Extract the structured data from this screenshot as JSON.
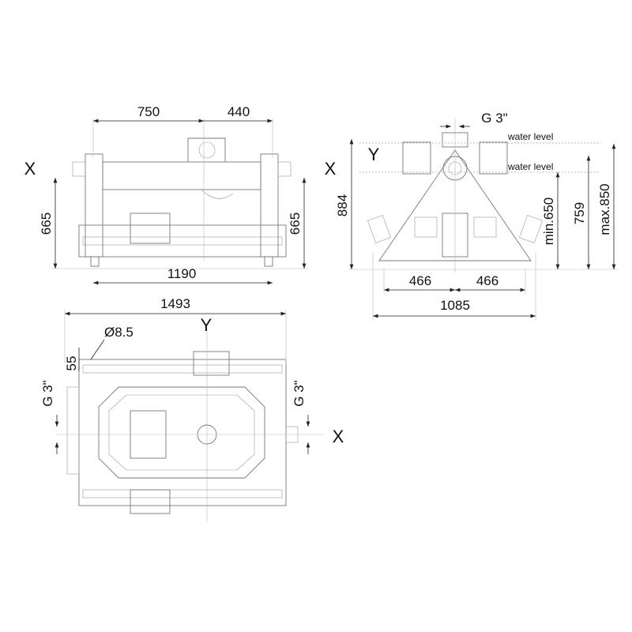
{
  "front_view": {
    "dim_left_top": "750",
    "dim_right_top": "440",
    "axis_left": "X",
    "axis_right": "X",
    "height_left": "665",
    "height_right": "665",
    "width_bottom": "1190"
  },
  "side_view": {
    "inlet": "G 3\"",
    "water_level_max": "water level",
    "water_level_min": "water level",
    "axis": "Y",
    "total_height": "884",
    "min_depth": "min.650",
    "mid_height": "759",
    "max_depth": "max.850",
    "half_left": "466",
    "half_right": "466",
    "width": "1085"
  },
  "top_view": {
    "overall_width": "1493",
    "hole_diameter": "Ø8.5",
    "axis_y": "Y",
    "edge_offset": "55",
    "port_left": "G 3\"",
    "port_right": "G 3\"",
    "axis_x": "X"
  }
}
